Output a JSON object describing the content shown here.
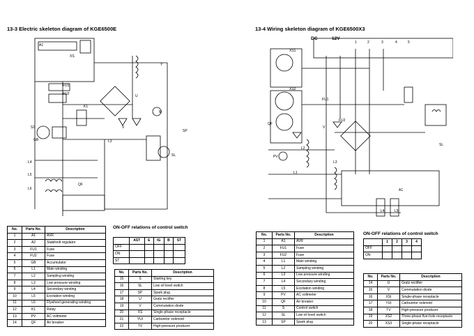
{
  "left": {
    "title": "13-3  Electric skeleton diagram of KGE6500E",
    "parts_header": [
      "No.",
      "Parts No.",
      "Description"
    ],
    "parts": [
      [
        "1",
        "A1",
        "AVR"
      ],
      [
        "2",
        "A2",
        "Stabilvolt regulator"
      ],
      [
        "3",
        "FU1",
        "Fuse"
      ],
      [
        "4",
        "FU2",
        "Fuse"
      ],
      [
        "5",
        "GB",
        "Accumulator"
      ],
      [
        "6",
        "L1",
        "Main winding"
      ],
      [
        "7",
        "L2",
        "Sampling winding"
      ],
      [
        "8",
        "L3",
        "Low pressure winding"
      ],
      [
        "9",
        "L4",
        "Secondary winding"
      ],
      [
        "10",
        "L5",
        "Excitation winding"
      ],
      [
        "11",
        "L6",
        "Flywheel generating winding"
      ],
      [
        "12",
        "K1",
        "Relay"
      ],
      [
        "13",
        "PV",
        "AC voltmeter"
      ],
      [
        "14",
        "QF",
        "Air breaker"
      ]
    ],
    "switch_title": "ON-OFF relations of control switch",
    "switch_cols": [
      "AST",
      "E",
      "IG",
      "B",
      "ST"
    ],
    "switch_rows": [
      "OFF",
      "ON",
      "ST"
    ],
    "parts2_header": [
      "No.",
      "Parts No.",
      "Description"
    ],
    "parts2": [
      [
        "15",
        "S",
        "Starting key"
      ],
      [
        "16",
        "SL",
        "Low oil level switch"
      ],
      [
        "17",
        "SP",
        "Spark plug"
      ],
      [
        "18",
        "U",
        "Gratz rectifier"
      ],
      [
        "19",
        "V",
        "Commutation diode"
      ],
      [
        "20",
        "XS",
        "Single-phase receptacle"
      ],
      [
        "21",
        "YUI",
        "Carburetor solenoid"
      ],
      [
        "22",
        "TV",
        "High-pressure producer"
      ]
    ],
    "labels": [
      "A1",
      "FU1",
      "FU2",
      "K1",
      "L4",
      "L5",
      "L6",
      "GB",
      "S1",
      "L3",
      "SP",
      "M",
      "U",
      "V",
      "Y",
      "XS",
      "QF",
      "SL"
    ]
  },
  "right": {
    "title": "13-4  Wiring skeleton diagram of KGE6500X3",
    "top_labels": [
      "DC",
      "12V",
      "1",
      "2",
      "3",
      "4",
      "5"
    ],
    "parts_header": [
      "No.",
      "Parts No.",
      "Description"
    ],
    "parts": [
      [
        "1",
        "A1",
        "AVR"
      ],
      [
        "2",
        "FU1",
        "Fuse"
      ],
      [
        "3",
        "FU2",
        "Fuse"
      ],
      [
        "4",
        "L1",
        "Main winding"
      ],
      [
        "5",
        "L2",
        "Sampling winding"
      ],
      [
        "6",
        "L3",
        "Low pressure winding"
      ],
      [
        "7",
        "L4",
        "Secondary winding"
      ],
      [
        "8",
        "L5",
        "Excitation winding"
      ],
      [
        "9",
        "PV",
        "AC voltmeter"
      ],
      [
        "10",
        "QF",
        "Air breaker"
      ],
      [
        "11",
        "S",
        "Control switch"
      ],
      [
        "12",
        "SL",
        "Low oil level switch"
      ],
      [
        "13",
        "SP",
        "Spark plug"
      ]
    ],
    "switch_title": "ON-OFF relations of control switch",
    "switch_cols": [
      "1",
      "2",
      "3",
      "4"
    ],
    "switch_rows": [
      "OFF",
      "ON"
    ],
    "parts2_header": [
      "No.",
      "Parts No.",
      "Description"
    ],
    "parts2": [
      [
        "14",
        "U",
        "Gratz rectifier"
      ],
      [
        "15",
        "V",
        "Commutation diode"
      ],
      [
        "16",
        "XSI",
        "Single-phase receptacle"
      ],
      [
        "17",
        "YUI",
        "Carburetor solenoid"
      ],
      [
        "18",
        "TV",
        "High-pressure producer"
      ],
      [
        "19",
        "XS2",
        "Three-phase five-hole receptacle"
      ],
      [
        "20",
        "XS3",
        "Single-phase receptacle"
      ]
    ],
    "labels": [
      "XS1",
      "XS2",
      "FU1",
      "FU2",
      "QF",
      "L1",
      "L2",
      "L3",
      "PV",
      "A1",
      "L4",
      "L5",
      "SL",
      "V"
    ]
  }
}
